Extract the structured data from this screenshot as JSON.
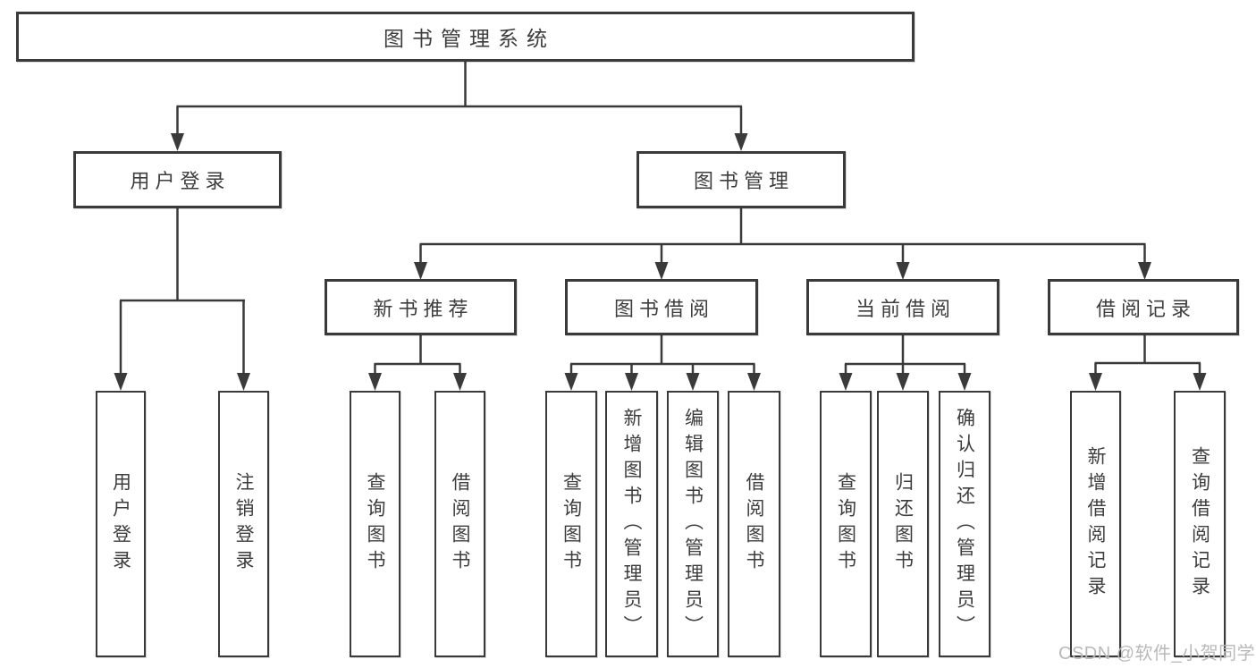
{
  "diagram": {
    "nodes": {
      "root": "图书管理系统",
      "user_login": "用户登录",
      "book_mgmt": "图书管理",
      "new_book_rec": "新书推荐",
      "book_borrow": "图书借阅",
      "current_borrow": "当前借阅",
      "borrow_records": "借阅记录",
      "leaf_user_login": "用户登录",
      "leaf_logout": "注销登录",
      "leaf_nb_query": "查询图书",
      "leaf_nb_borrow": "借阅图书",
      "leaf_bb_query": "查询图书",
      "leaf_bb_add": "新增图书（管理员）",
      "leaf_bb_edit": "编辑图书（管理员）",
      "leaf_bb_borrow": "借阅图书",
      "leaf_cb_query": "查询图书",
      "leaf_cb_return": "归还图书",
      "leaf_cb_confirm": "确认归还（管理员）",
      "leaf_br_add": "新增借阅记录",
      "leaf_br_query": "查询借阅记录"
    },
    "colors": {
      "line": "#3a3a3a",
      "text": "#3d3d3d",
      "box_fill": "#ffffff",
      "watermark": "#b9b9b9"
    }
  },
  "watermark": "CSDN @软件_小贺同学"
}
